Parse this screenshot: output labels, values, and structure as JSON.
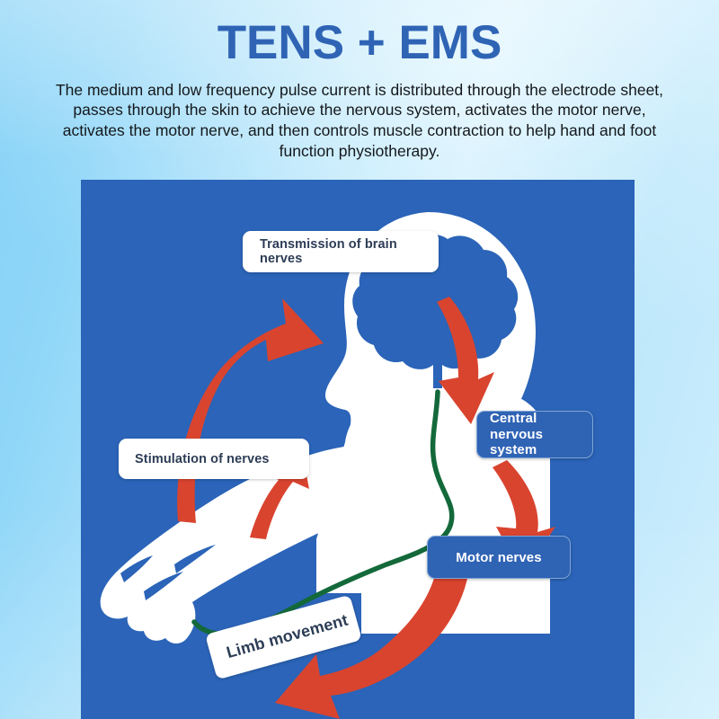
{
  "header": {
    "title": "TENS + EMS",
    "description": "The medium and low frequency pulse current is distributed through the electrode sheet, passes through the skin to achieve the nervous system, activates the motor nerve, activates the motor nerve, and then controls muscle contraction to help hand and foot function physiotherapy."
  },
  "diagram": {
    "panel_background": "#2b64b8",
    "silhouette_color": "#ffffff",
    "brain_color": "#2b64b8",
    "nerve_line_color": "#13693a",
    "arrow_color": "#d9442f",
    "labels": {
      "brain_nerves": "Transmission of brain nerves",
      "stimulation": "Stimulation of nerves",
      "central_nervous_system": "Central nervous system",
      "motor_nerves": "Motor nerves",
      "limb_movement": "Limb movement"
    }
  },
  "theme": {
    "title_color": "#2f64b5",
    "body_text_color": "#14181c",
    "background_light": "#cfeffd",
    "background_deep": "#86d2f7",
    "accent_blue": "#2f63b4",
    "accent_red": "#d9442f",
    "accent_green": "#13693a"
  }
}
